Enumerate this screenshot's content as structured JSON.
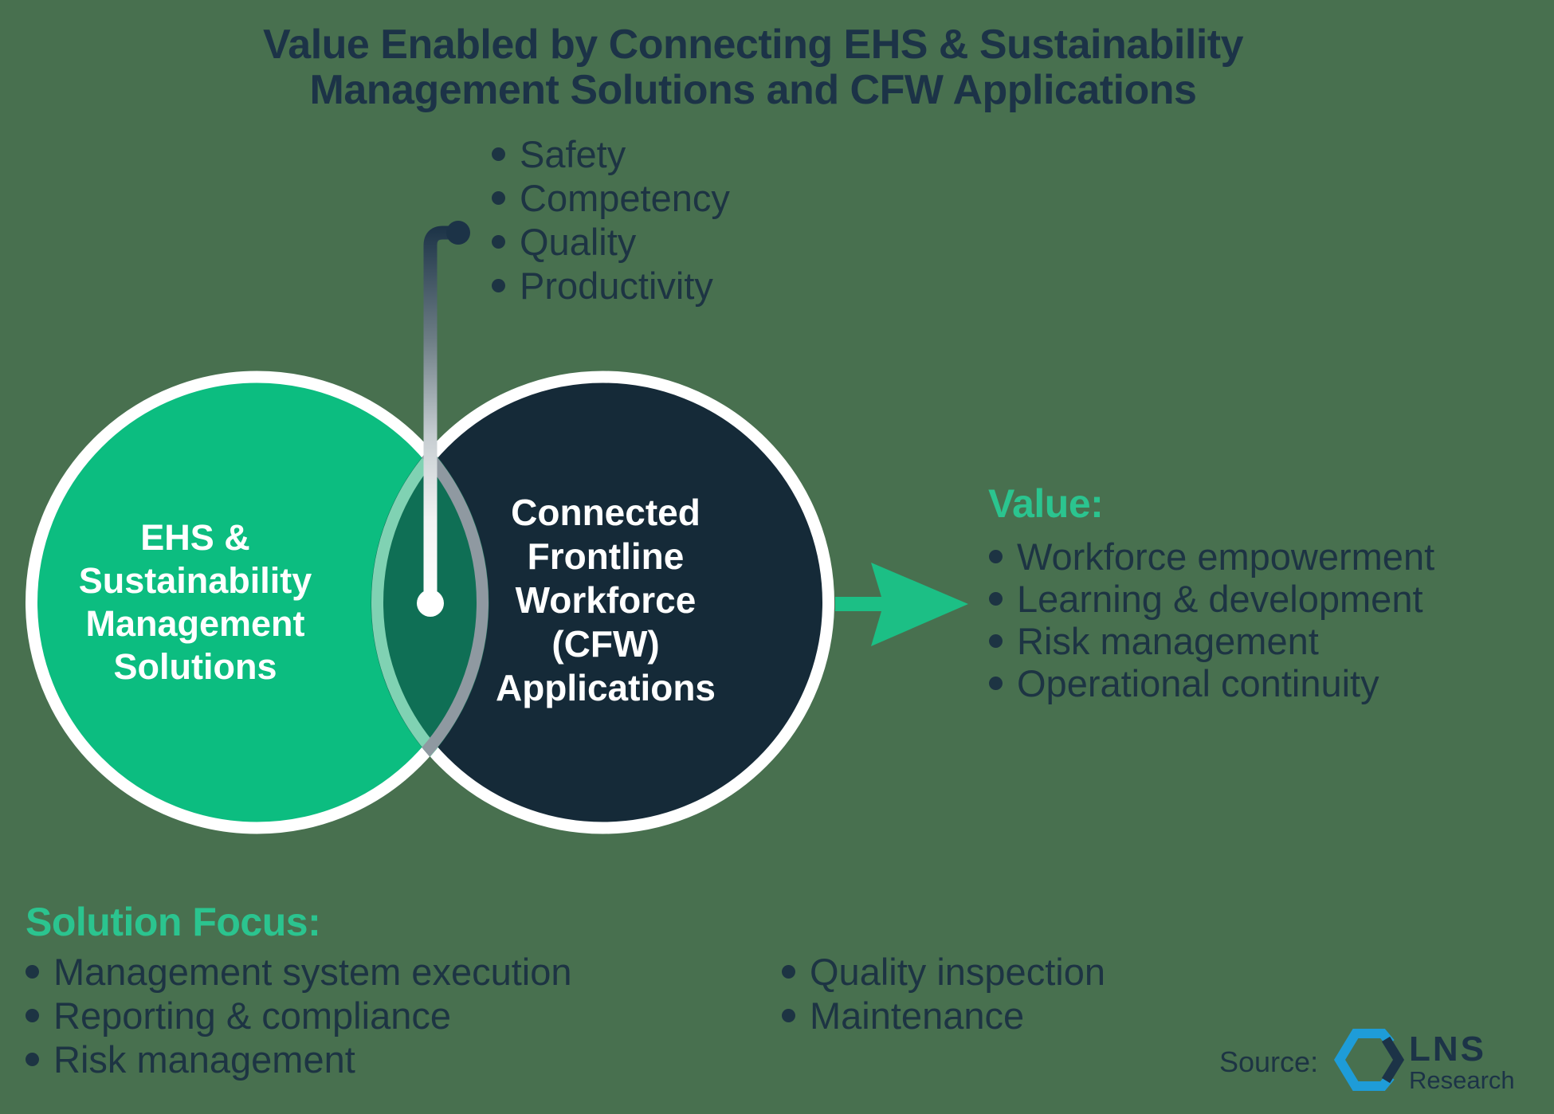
{
  "title": {
    "line1": "Value Enabled by Connecting EHS & Sustainability",
    "line2": "Management Solutions and CFW Applications"
  },
  "overlap_bullets": {
    "items": [
      "Safety",
      "Competency",
      "Quality",
      "Productivity"
    ]
  },
  "venn": {
    "left_circle": {
      "lines": [
        "EHS &",
        "Sustainability",
        "Management",
        "Solutions"
      ],
      "color": "#0cbd80"
    },
    "right_circle": {
      "lines": [
        "Connected",
        "Frontline",
        "Workforce",
        "(CFW)",
        "Applications"
      ],
      "color": "#152a38"
    },
    "overlap_color": "#0f6f55"
  },
  "value_section": {
    "heading": "Value:",
    "items": [
      "Workforce empowerment",
      "Learning & development",
      "Risk management",
      "Operational continuity"
    ]
  },
  "solution_focus_section": {
    "heading": "Solution Focus:",
    "left_items": [
      "Management system execution",
      "Reporting & compliance",
      "Risk management"
    ],
    "right_items": [
      "Quality inspection",
      "Maintenance"
    ]
  },
  "source": {
    "label": "Source:",
    "brand_name": "LNS",
    "brand_subname": "Research",
    "logo_icon": "hexagon-chevron-icon"
  },
  "colors": {
    "background": "#48704f",
    "heading_green": "#2bc48f",
    "circle_green": "#0cbd80",
    "circle_navy": "#152a38",
    "overlap_teal": "#0f6f55",
    "arrow_green": "#1cbf85",
    "text_navy": "#1d3443",
    "circle_border_white": "#ffffff",
    "logo_blue": "#1e9cd8"
  }
}
